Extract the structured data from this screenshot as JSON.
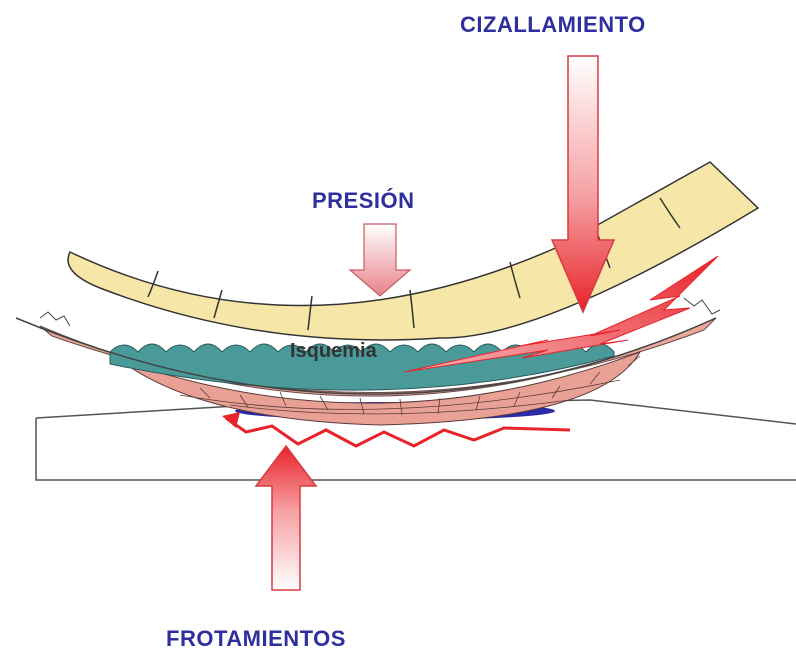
{
  "labels": {
    "shear": "CIZALLAMIENTO",
    "pressure": "PRESIÓN",
    "ischemia": "Isquemia",
    "friction": "FROTAMIENTOS"
  },
  "colors": {
    "label_blue": "#2f2f9e",
    "arrow_red": "#e8232a",
    "bone_fill": "#f6e6a8",
    "epidermis_teal": "#4a9a9a",
    "tissue_pink": "#eaa79a",
    "ischemia_blue": "#2a2aa8",
    "surface_gray": "#555555"
  }
}
